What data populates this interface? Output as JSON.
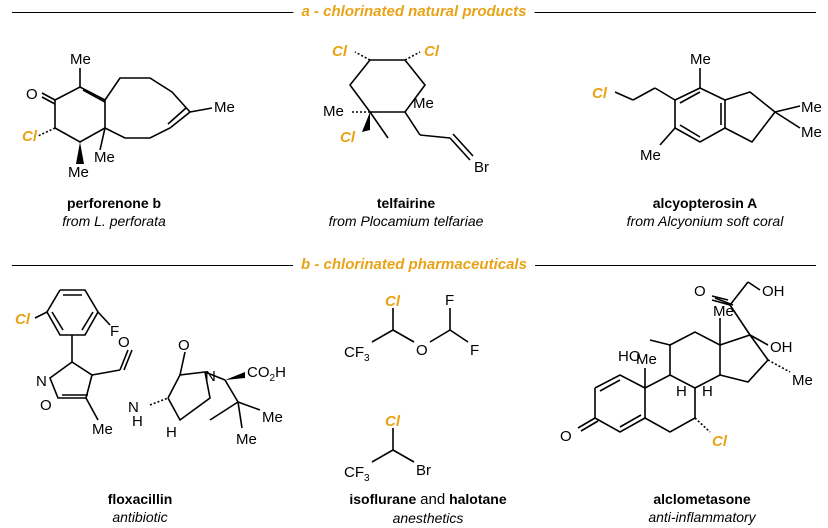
{
  "sections": {
    "a_title": "a - chlorinated natural products",
    "b_title": "b - chlorinated pharmaceuticals"
  },
  "compounds": [
    {
      "name": "perforenone b",
      "source": "from L. perforata"
    },
    {
      "name": "telfairine",
      "source": "from Plocamium telfariae"
    },
    {
      "name": "alcyopterosin A",
      "source": "from Alcyonium soft coral"
    },
    {
      "name": "floxacillin",
      "source": "antibiotic"
    },
    {
      "name": "isoflurane",
      "joiner": "and",
      "name2": "halotane",
      "source": "anesthetics"
    },
    {
      "name": "alclometasone",
      "source": "anti-inflammatory"
    }
  ],
  "atoms": {
    "Cl": "Cl",
    "Me": "Me",
    "O": "O",
    "Br": "Br",
    "F": "F",
    "N": "N",
    "H": "H",
    "NH": "H",
    "N_lower": "N",
    "OH": "OH",
    "HO": "HO",
    "CF3": "CF",
    "sub3": "3",
    "CO2H": "CO",
    "sub2": "2",
    "H_suffix": "H"
  },
  "colors": {
    "accent": "#E8A317",
    "ink": "#000000"
  }
}
